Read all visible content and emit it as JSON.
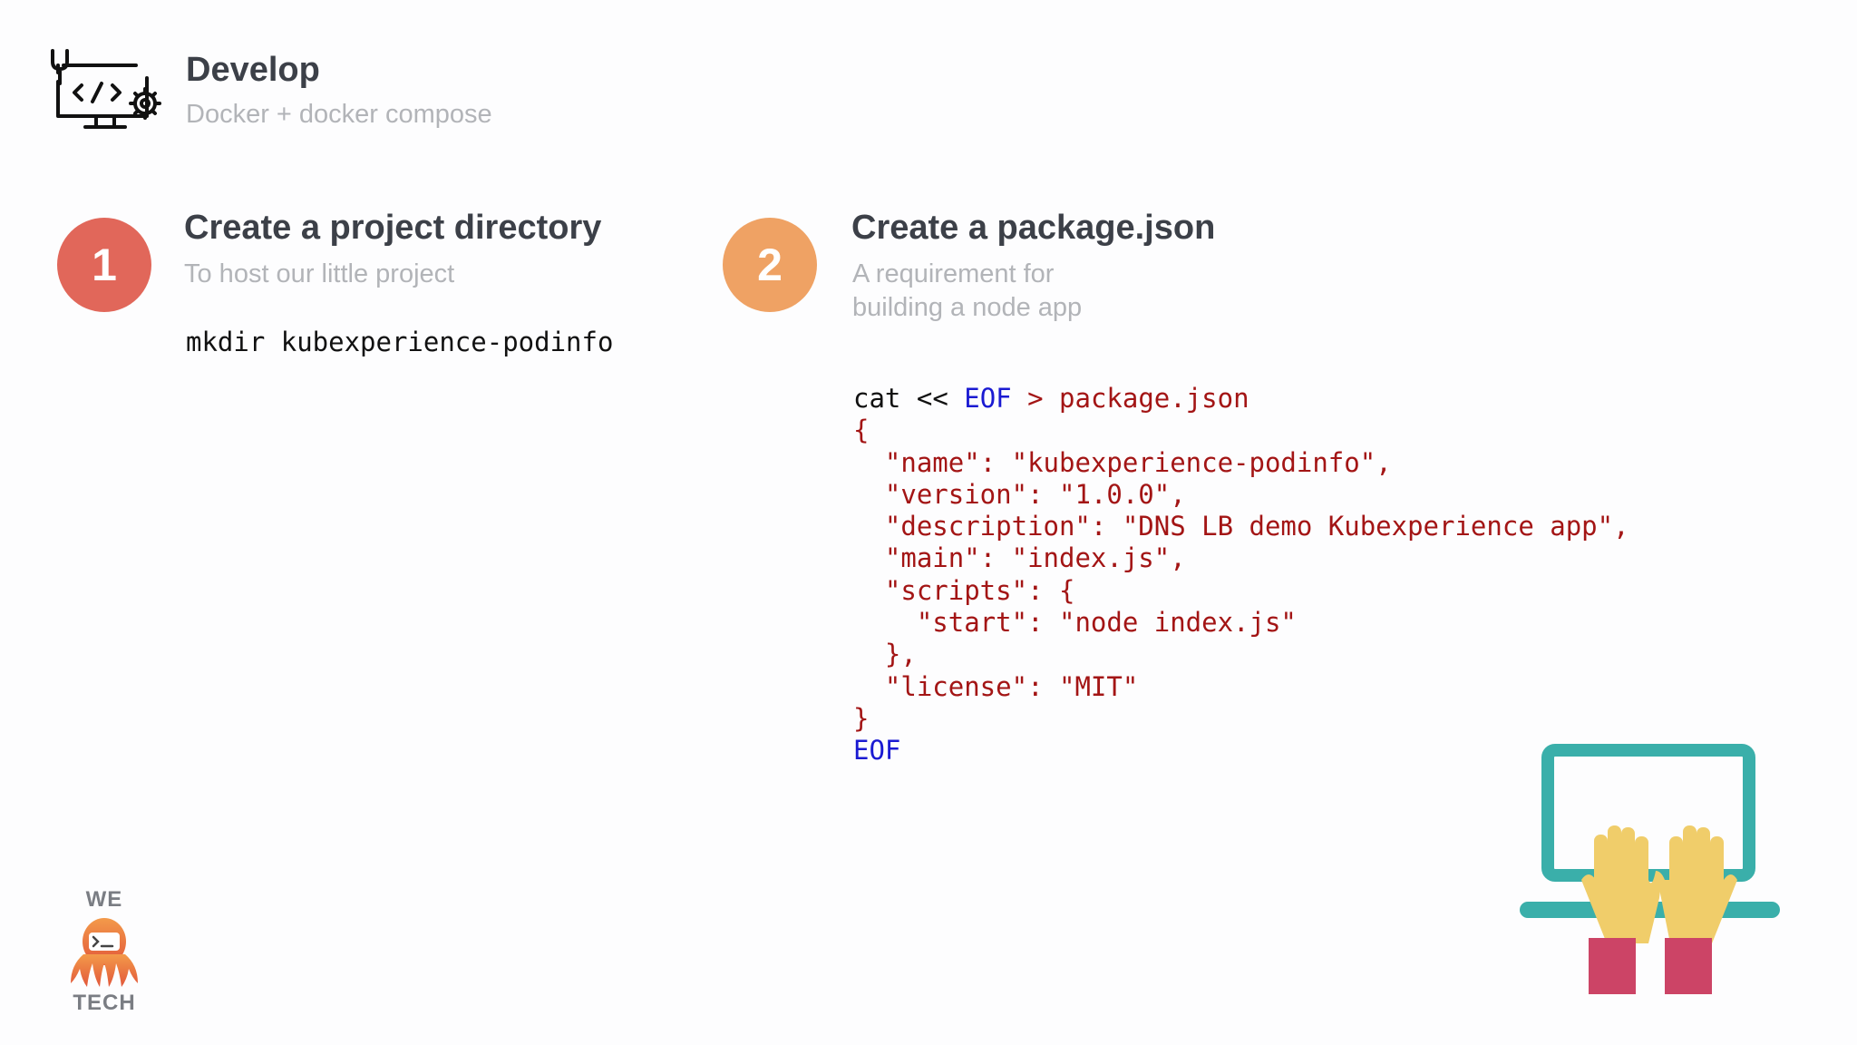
{
  "header": {
    "title": "Develop",
    "subtitle": "Docker + docker compose",
    "icon": "code-monitor-icon"
  },
  "steps": [
    {
      "number": "1",
      "title": "Create a project directory",
      "description": "To host our little project",
      "command": "mkdir kubexperience-podinfo",
      "color": "#e1675a"
    },
    {
      "number": "2",
      "title": "Create a package.json",
      "description_line1": "A requirement for",
      "description_line2": "building a node app",
      "color": "#efa264",
      "code": {
        "cmd": "cat",
        "heredoc_op": "<<",
        "heredoc_marker": "EOF",
        "redirect_op": ">",
        "file": "package.json",
        "open_brace": "{",
        "name_key": "\"name\"",
        "name_value": "\"kubexperience-podinfo\"",
        "version_key": "\"version\"",
        "version_value": "\"1.0.0\"",
        "description_key": "\"description\"",
        "description_value": "\"DNS LB demo Kubexperience app\"",
        "main_key": "\"main\"",
        "main_value": "\"index.js\"",
        "scripts_key": "\"scripts\"",
        "start_key": "\"start\"",
        "start_value": "\"node index.js\"",
        "license_key": "\"license\"",
        "license_value": "\"MIT\"",
        "close_brace": "}",
        "end_marker": "EOF"
      }
    }
  ],
  "logo": {
    "top_text": "WE",
    "bottom_text": "TECH",
    "icon": "octopus-terminal-icon"
  },
  "illustration": {
    "icon": "typing-laptop-illustration"
  },
  "colors": {
    "keyword": "#1a1ad2",
    "string": "#a31515",
    "heading": "#3c4048",
    "muted": "#b2b4b8",
    "laptop": "#3aafaa",
    "hands": "#f0cd6a",
    "sleeves": "#cc4466"
  }
}
